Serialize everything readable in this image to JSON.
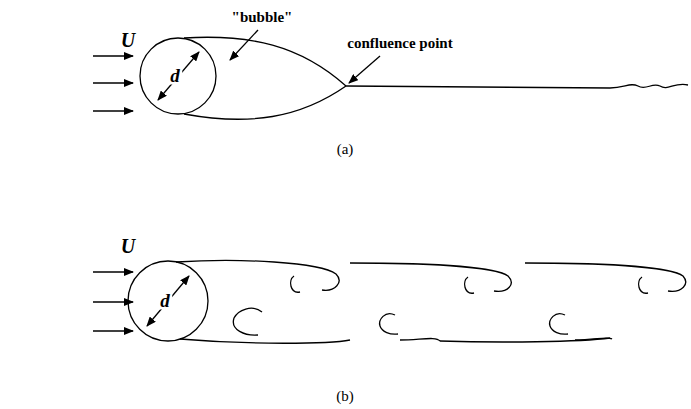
{
  "diagram": {
    "labels": [
      "U",
      "d",
      "\"bubble\"",
      "confluence point",
      "(a)",
      "U",
      "d",
      "(b)"
    ]
  }
}
